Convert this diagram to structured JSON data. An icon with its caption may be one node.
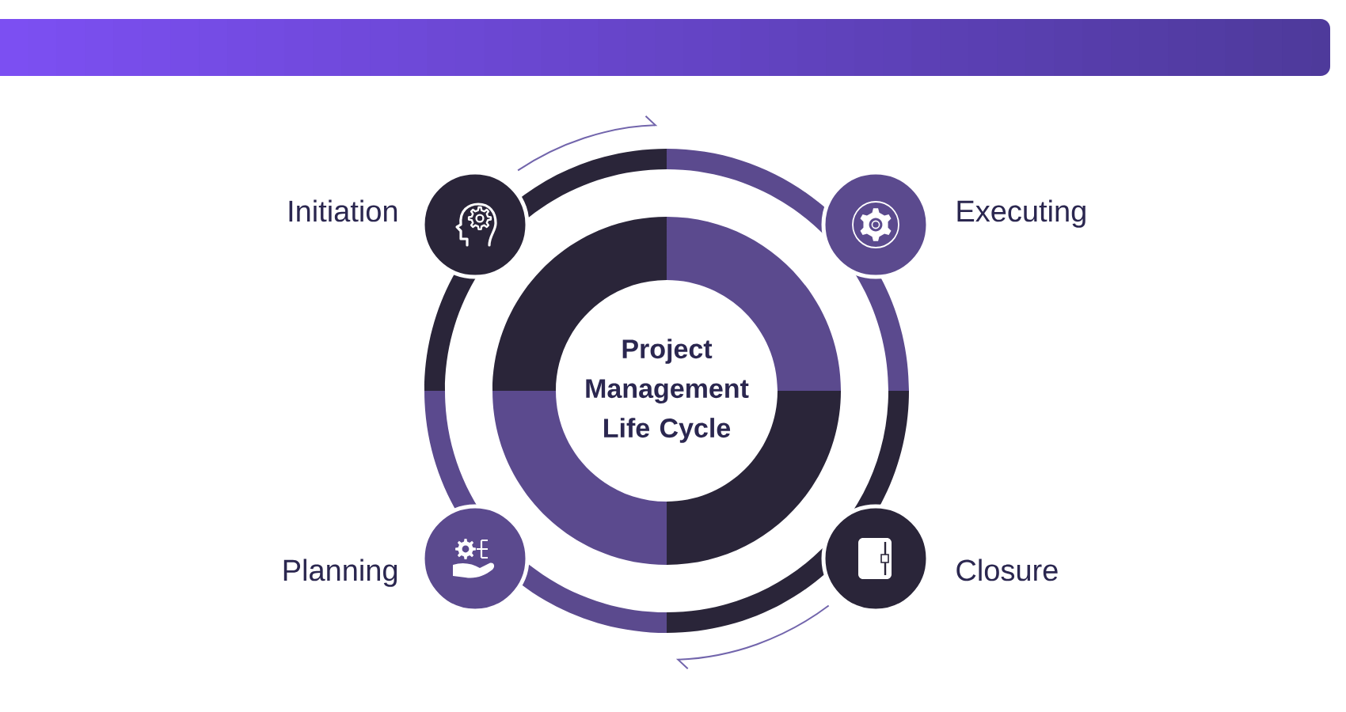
{
  "diagram": {
    "nodes": [
      {
        "text": [
          "Project Management Life Cycle"
        ]
      },
      {
        "text": [
          "Initiation"
        ]
      },
      {
        "text": [
          "Executing"
        ]
      },
      {
        "text": [
          "Planning"
        ]
      },
      {
        "text": [
          "Closure"
        ]
      }
    ]
  }
}
